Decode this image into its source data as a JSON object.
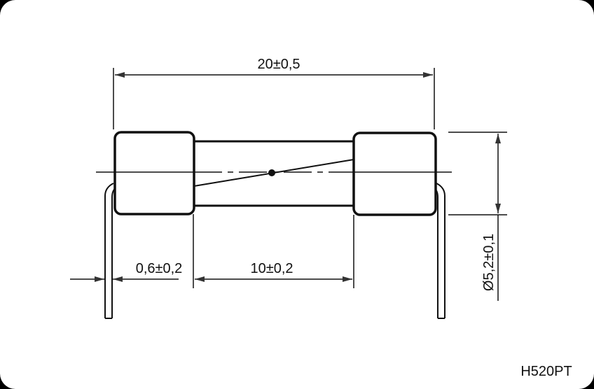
{
  "drawing": {
    "overall_length": "20±0,5",
    "lead_diameter": "0,6±0,2",
    "body_length": "10±0,2",
    "diameter": "Ø5,2±0,1",
    "part_number": "H520PT"
  },
  "colors": {
    "line": "#111111",
    "background": "#ffffff"
  }
}
